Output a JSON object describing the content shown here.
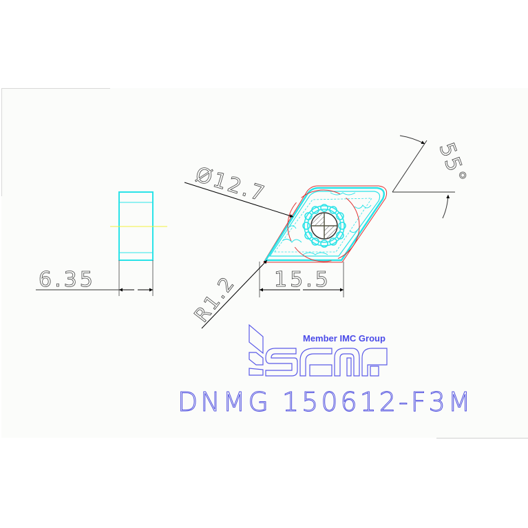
{
  "drawing": {
    "dimensions": {
      "diameter": "Ø12.7",
      "thickness": "6.35",
      "length": "15.5",
      "radius": "R1.2",
      "angle": "55°"
    },
    "logo": {
      "brand": "iscar",
      "tagline": "Member IMC Group"
    },
    "part_code": "DNMG 150612-F3M",
    "colors": {
      "insert_outline": "#29e3e8",
      "construction_red": "#e03030",
      "centerline_yellow": "#f0f040",
      "dimension_line": "#333333",
      "brand_blue": "#4a4ae8"
    }
  }
}
